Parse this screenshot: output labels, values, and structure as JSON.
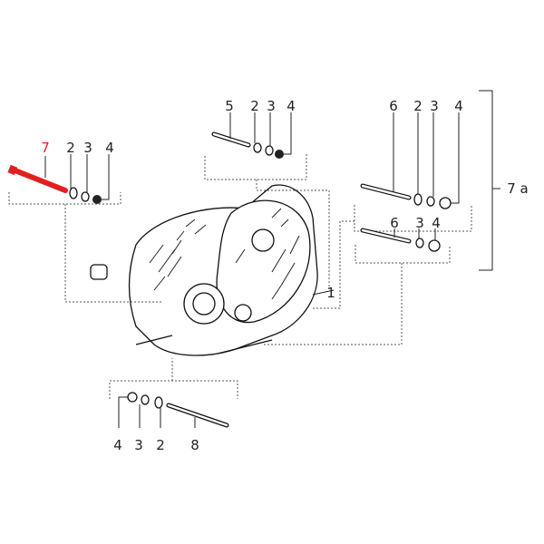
{
  "highlight_color": "#e02020",
  "groups": {
    "top_left": {
      "labels": [
        "7",
        "2",
        "3",
        "4"
      ],
      "highlighted": "7"
    },
    "top_middle": {
      "labels": [
        "5",
        "2",
        "3",
        "4"
      ]
    },
    "right_upper": {
      "labels": [
        "6",
        "2",
        "3",
        "4"
      ]
    },
    "right_lower": {
      "labels": [
        "6",
        "3",
        "4"
      ]
    },
    "bottom": {
      "labels": [
        "4",
        "3",
        "2",
        "8"
      ]
    }
  },
  "housing_label": "1",
  "bracket_label": "7 a"
}
